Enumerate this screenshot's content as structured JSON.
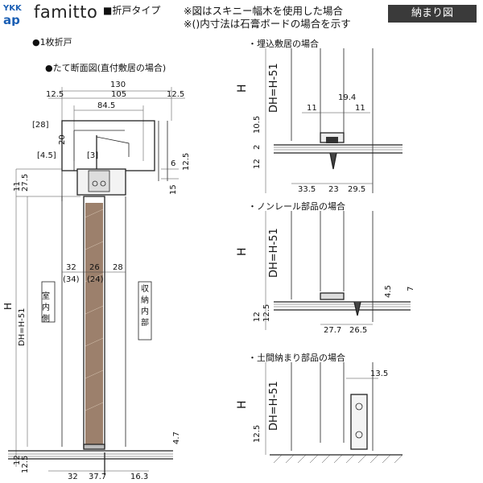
{
  "header": {
    "logo_text": "YKK ap",
    "brand": "famitto",
    "type_label": "■折戸タイプ",
    "note_1": "※図はスキニー幅木を使用した場合",
    "note_2": "※()内寸法は石膏ボードの場合を示す",
    "badge": "納まり図"
  },
  "left_section": {
    "heading_1": "●1枚折戸",
    "heading_2": "●たて断面図(直付敷居の場合)",
    "dim_top": [
      "130",
      "12.5",
      "105",
      "12.5",
      "84.5"
    ],
    "dim_side_bracket": [
      "[28]",
      "[4.5]",
      "20",
      "[3]"
    ],
    "dim_right": [
      "6",
      "12.5",
      "15"
    ],
    "dim_left_vert": [
      "11",
      "27.5"
    ],
    "dim_middle": [
      "32",
      "26",
      "28"
    ],
    "dim_middle_sub": [
      "(34)",
      "(24)"
    ],
    "label_left_room": "室内側",
    "label_right_room": "収納内部",
    "label_H": "H",
    "label_DH": "DH=H-51",
    "dim_bottom_right": "4.7",
    "dim_bottom_left": [
      "12",
      "12.5"
    ],
    "dim_bottom": [
      "32",
      "37.7",
      "16.3"
    ]
  },
  "right_top": {
    "title": "・埋込敷居の場合",
    "label_H": "H",
    "label_DH": "DH=H-51",
    "dims_top": [
      "11",
      "19.4",
      "11"
    ],
    "dims_left": [
      "10.5",
      "2",
      "12"
    ],
    "dims_bottom": [
      "33.5",
      "23",
      "29.5"
    ]
  },
  "right_middle": {
    "title": "・ノンレール部品の場合",
    "label_H": "H",
    "label_DH": "DH=H-51",
    "dims_right": [
      "4.5",
      "7"
    ],
    "dims_left": [
      "12",
      "12.5"
    ],
    "dims_bottom": [
      "27.7",
      "26.5"
    ]
  },
  "right_bottom": {
    "title": "・土間納まり部品の場合",
    "label_H": "H",
    "label_DH": "DH=H-51",
    "dim_top": "13.5",
    "dim_left": "12.5"
  }
}
